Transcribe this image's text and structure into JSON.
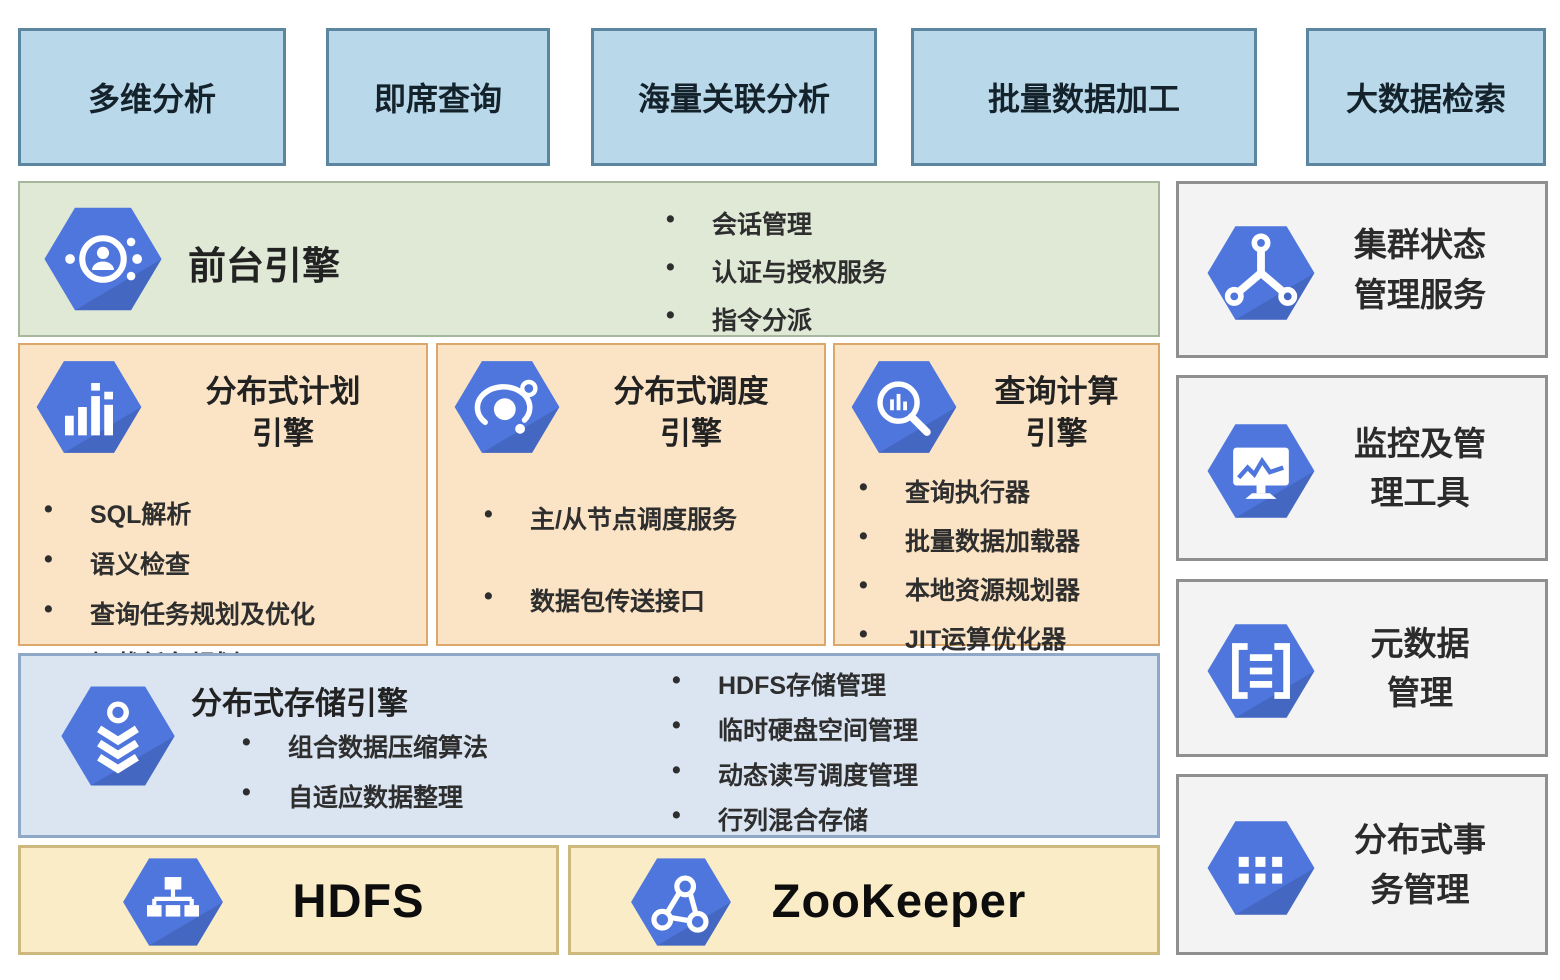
{
  "colors": {
    "top_fill": "#b9d8ea",
    "top_border": "#5c85a0",
    "green_fill": "#dfe9d6",
    "green_border": "#a6b79e",
    "orange_fill": "#fbe4c5",
    "orange_border": "#dba76a",
    "storage_fill": "#dbe5f2",
    "storage_border": "#90a8c8",
    "yellow_fill": "#f9ecc6",
    "yellow_border": "#cdb87e",
    "gray_fill": "#f3f3f3",
    "gray_border": "#8f8f8f",
    "hex_blue": "#4e76dd"
  },
  "top_row": {
    "items": [
      {
        "label": "多维分析"
      },
      {
        "label": "即席查询"
      },
      {
        "label": "海量关联分析"
      },
      {
        "label": "批量数据加工"
      },
      {
        "label": "大数据检索"
      }
    ]
  },
  "frontend_engine": {
    "title": "前台引擎",
    "icon": "frontend-engine-icon",
    "bullets": [
      {
        "text": "会话管理"
      },
      {
        "text": "认证与授权服务"
      },
      {
        "text": "指令分派"
      }
    ]
  },
  "engines": [
    {
      "title_line1": "分布式计划",
      "title_line2": "引擎",
      "icon": "plan-engine-icon",
      "bullets": [
        {
          "text": "SQL解析"
        },
        {
          "text": "语义检查"
        },
        {
          "text": "查询任务规划及优化"
        },
        {
          "text": "加载任务规划"
        }
      ]
    },
    {
      "title_line1": "分布式调度",
      "title_line2": "引擎",
      "icon": "scheduler-engine-icon",
      "bullets": [
        {
          "text": "主/从节点调度服务"
        },
        {
          "text": "数据包传送接口"
        }
      ]
    },
    {
      "title_line1": "查询计算",
      "title_line2": "引擎",
      "icon": "query-engine-icon",
      "bullets": [
        {
          "text": "查询执行器"
        },
        {
          "text": "批量数据加载器"
        },
        {
          "text": "本地资源规划器"
        },
        {
          "text": "JIT运算优化器"
        }
      ]
    }
  ],
  "storage_engine": {
    "title": "分布式存储引擎",
    "icon": "storage-engine-icon",
    "left_bullets": [
      {
        "text": "组合数据压缩算法"
      },
      {
        "text": "自适应数据整理"
      }
    ],
    "right_bullets": [
      {
        "text": "HDFS存储管理"
      },
      {
        "text": "临时硬盘空间管理"
      },
      {
        "text": "动态读写调度管理"
      },
      {
        "text": "行列混合存储"
      }
    ]
  },
  "foundation": {
    "items": [
      {
        "label": "HDFS",
        "icon": "hdfs-icon"
      },
      {
        "label": "ZooKeeper",
        "icon": "zookeeper-icon"
      }
    ]
  },
  "right_column": {
    "items": [
      {
        "line1": "集群状态",
        "line2": "管理服务",
        "icon": "cluster-state-icon"
      },
      {
        "line1": "监控及管",
        "line2": "理工具",
        "icon": "monitoring-tools-icon"
      },
      {
        "line1": "元数据",
        "line2": "管理",
        "icon": "metadata-icon"
      },
      {
        "line1": "分布式事",
        "line2": "务管理",
        "icon": "transaction-icon"
      }
    ]
  }
}
